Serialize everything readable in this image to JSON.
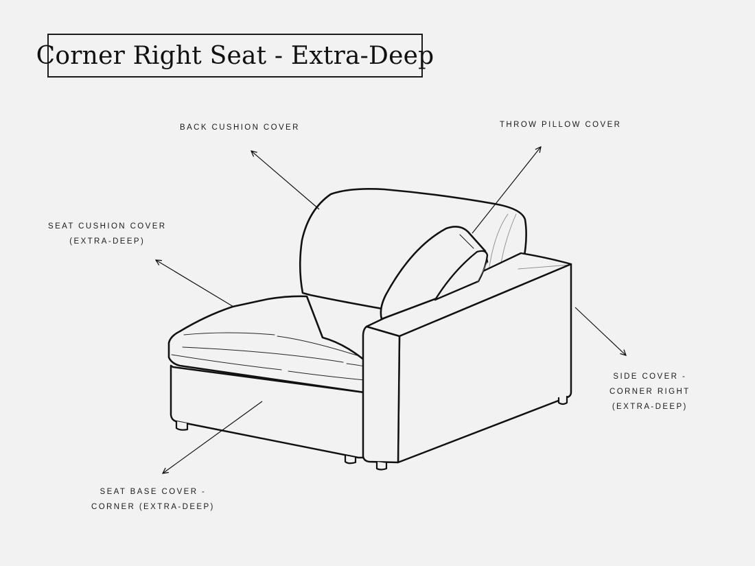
{
  "title": "Corner Right Seat - Extra-Deep",
  "labels": {
    "back_cushion": {
      "line1": "BACK CUSHION COVER"
    },
    "throw_pillow": {
      "line1": "THROW PILLOW COVER"
    },
    "seat_cushion": {
      "line1": "SEAT CUSHION COVER",
      "line2": "(EXTRA-DEEP)"
    },
    "side_cover": {
      "line1": "SIDE COVER -",
      "line2": "CORNER RIGHT",
      "line3": "(EXTRA-DEEP)"
    },
    "seat_base": {
      "line1": "SEAT BASE COVER -",
      "line2": "CORNER (EXTRA-DEEP)"
    }
  },
  "colors": {
    "background": "#f2f2f2",
    "ink": "#111111",
    "fill": "#f2f2f2"
  }
}
